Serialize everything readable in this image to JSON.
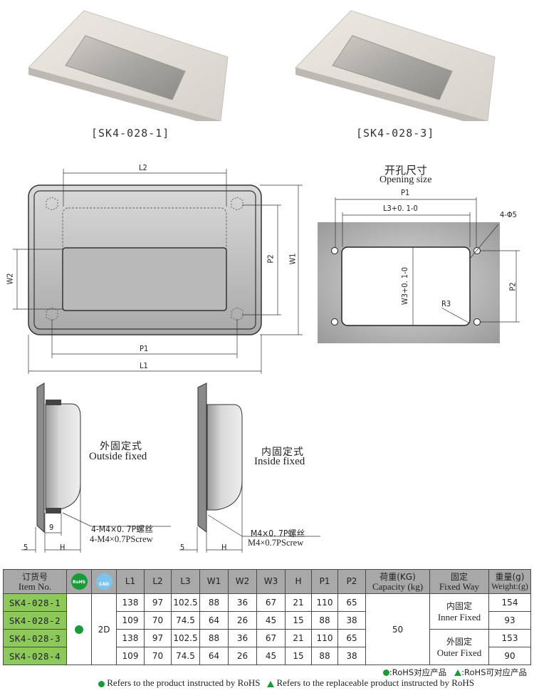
{
  "products": [
    {
      "caption": "[SK4-028-1]"
    },
    {
      "caption": "[SK4-028-3]"
    }
  ],
  "drawing_front": {
    "dims": {
      "L1": "L1",
      "L2": "L2",
      "P1": "P1",
      "P2": "P2",
      "W1": "W1",
      "W2": "W2"
    }
  },
  "opening": {
    "title_cn": "开孔尺寸",
    "title_en": "Opening size",
    "P1": "P1",
    "L3": "L3+0. 1-0",
    "W3": "W3+0. 1-0",
    "holes": "4-Φ5",
    "R3": "R3",
    "P2": "P2"
  },
  "side_outside": {
    "label_cn": "外固定式",
    "label_en": "Outside fixed",
    "screw_cn": "4-M4×0. 7P螺丝",
    "screw_en": "4-M4×0.7PScrew",
    "dim_9": "9",
    "dim_5": "5",
    "dim_H": "H"
  },
  "side_inside": {
    "label_cn": "内固定式",
    "label_en": "Inside fixed",
    "screw_cn": "M4×0. 7P螺丝",
    "screw_en": "M4×0.7PScrew",
    "dim_5": "5",
    "dim_H": "H"
  },
  "table": {
    "headers": {
      "item_cn": "订货号",
      "item_en": "Item No.",
      "rohs": "RoHS",
      "cad": "CAD",
      "cols": [
        "L1",
        "L2",
        "L3",
        "W1",
        "W2",
        "W3",
        "H",
        "P1",
        "P2"
      ],
      "capacity_cn": "荷重(KG)",
      "capacity_en": "Capacity (kg)",
      "fixed_cn": "固定",
      "fixed_en": "Fixed Way",
      "weight_cn": "重量(g)",
      "weight_en": "Weight:(g)"
    },
    "rows": [
      {
        "item": "SK4-028-1",
        "vals": [
          "138",
          "97",
          "102.5",
          "88",
          "36",
          "67",
          "21",
          "110",
          "65"
        ],
        "weight": "154"
      },
      {
        "item": "SK4-028-2",
        "vals": [
          "109",
          "70",
          "74.5",
          "64",
          "26",
          "45",
          "15",
          "88",
          "38"
        ],
        "weight": "93"
      },
      {
        "item": "SK4-028-3",
        "vals": [
          "138",
          "97",
          "102.5",
          "88",
          "36",
          "67",
          "21",
          "110",
          "65"
        ],
        "weight": "153"
      },
      {
        "item": "SK4-028-4",
        "vals": [
          "109",
          "70",
          "74.5",
          "64",
          "26",
          "45",
          "15",
          "88",
          "38"
        ],
        "weight": "90"
      }
    ],
    "cad_value": "2D",
    "capacity_value": "50",
    "fixed_groups": [
      {
        "cn": "内固定",
        "en": "Inner Fixed"
      },
      {
        "cn": "外固定",
        "en": "Outer Fixed"
      }
    ]
  },
  "legend": {
    "cn_dot": ":RoHS对应产品",
    "cn_tri": ":RoHS可对应产品",
    "en_dot": "Refers to the product instructed by RoHS",
    "en_tri": "Refers to the replaceable product instructed by RoHS"
  },
  "colors": {
    "item_cell_green": "#8cc85a",
    "header_gray": "#a8a8a8",
    "rohs_green": "#1a9a3a",
    "cad_blue": "#7cc4ec"
  }
}
